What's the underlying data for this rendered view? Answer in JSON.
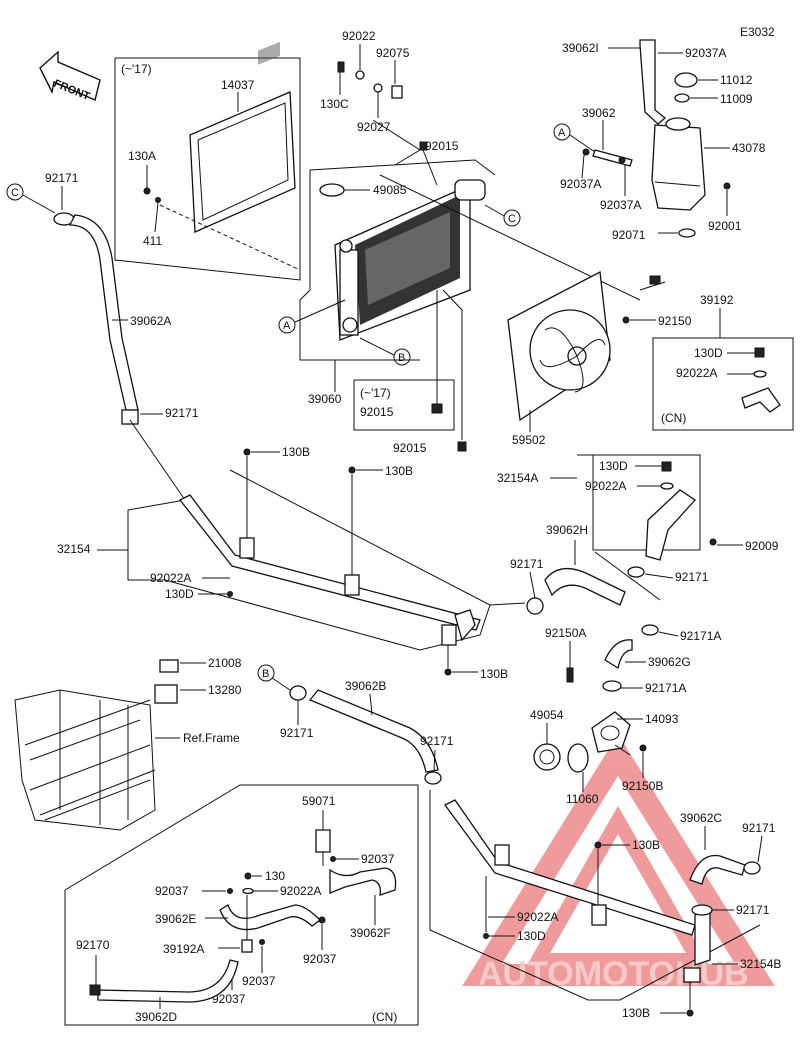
{
  "diagram_code": "E3032",
  "front_label": "FRONT",
  "watermark": "AUTOMOTOHUB",
  "labels": {
    "l_92022": "92022",
    "l_92075": "92075",
    "l_130C": "130C",
    "l_92027": "92027",
    "l_390621": "39062I",
    "l_92037A_top": "92037A",
    "l_11012": "11012",
    "l_11009": "11009",
    "l_39062": "39062",
    "l_43078": "43078",
    "l_92037A_mid": "92037A",
    "l_92037A_low": "92037A",
    "l_92001": "92001",
    "l_92071": "92071",
    "l_17box": "(~'17)",
    "l_14037": "14037",
    "l_130A": "130A",
    "l_411": "411",
    "l_92015_top": "92015",
    "l_49085": "49085",
    "l_C_right": "C",
    "l_C_left": "C",
    "l_92171_top": "92171",
    "l_39062A": "39062A",
    "l_A_left": "A",
    "l_A_right": "A",
    "l_B_rad": "B",
    "l_39060": "39060",
    "l_17box2": "(~'17)",
    "l_92015_box": "92015",
    "l_92015_low": "92015",
    "l_92150": "92150",
    "l_39192": "39192",
    "l_130D_cn": "130D",
    "l_92022A_cn": "92022A",
    "l_CN_right": "(CN)",
    "l_59502": "59502",
    "l_92171_a": "92171",
    "l_130B_a": "130B",
    "l_130B_b": "130B",
    "l_32154": "32154",
    "l_92022A_a": "92022A",
    "l_130D_a": "130D",
    "l_130B_c": "130B",
    "l_130D_b": "130D",
    "l_32154A": "32154A",
    "l_92022A_b": "92022A",
    "l_92009": "92009",
    "l_39062H": "39062H",
    "l_92171_b": "92171",
    "l_92171_c": "92171",
    "l_92171A_a": "92171A",
    "l_92150A": "92150A",
    "l_39062G": "39062G",
    "l_92171A_b": "92171A",
    "l_49054": "49054",
    "l_14093": "14093",
    "l_11060": "11060",
    "l_92150B": "92150B",
    "l_21008": "21008",
    "l_13280": "13280",
    "l_B_low": "B",
    "l_39062B": "39062B",
    "l_92171_d": "92171",
    "l_92171_e": "92171",
    "l_ref_frame": "Ref.Frame",
    "l_59071": "59071",
    "l_92037_a": "92037",
    "l_130": "130",
    "l_92037_b": "92037",
    "l_92022A_c": "92022A",
    "l_39062E": "39062E",
    "l_39062F": "39062F",
    "l_92170": "92170",
    "l_39192A": "39192A",
    "l_92037_c": "92037",
    "l_92037_d": "92037",
    "l_92037_e": "92037",
    "l_39062D": "39062D",
    "l_CN_low": "(CN)",
    "l_39062C": "39062C",
    "l_92171_f": "92171",
    "l_130B_d": "130B",
    "l_92171_g": "92171",
    "l_92022A_d": "92022A",
    "l_130D_c": "130D",
    "l_32154B": "32154B",
    "l_130B_e": "130B"
  }
}
